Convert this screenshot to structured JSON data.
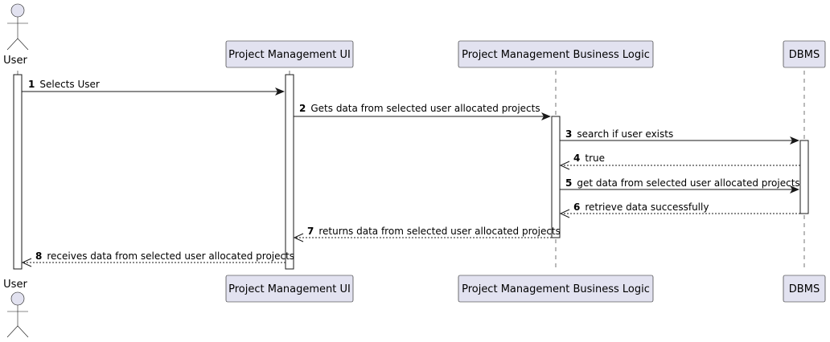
{
  "participants": [
    {
      "id": "user",
      "label": "User",
      "kind": "actor"
    },
    {
      "id": "ui",
      "label": "Project Management UI",
      "kind": "participant"
    },
    {
      "id": "logic",
      "label": "Project Management Business Logic",
      "kind": "participant"
    },
    {
      "id": "dbms",
      "label": "DBMS",
      "kind": "participant"
    }
  ],
  "messages": [
    {
      "n": "1",
      "text": "Selects User",
      "from": "user",
      "to": "ui",
      "style": "solid"
    },
    {
      "n": "2",
      "text": "Gets data from selected user allocated projects",
      "from": "ui",
      "to": "logic",
      "style": "solid"
    },
    {
      "n": "3",
      "text": "search if user exists",
      "from": "logic",
      "to": "dbms",
      "style": "solid"
    },
    {
      "n": "4",
      "text": "true",
      "from": "dbms",
      "to": "logic",
      "style": "dashed"
    },
    {
      "n": "5",
      "text": "get data from selected user allocated projects",
      "from": "logic",
      "to": "dbms",
      "style": "solid"
    },
    {
      "n": "6",
      "text": "retrieve data successfully",
      "from": "dbms",
      "to": "logic",
      "style": "dashed"
    },
    {
      "n": "7",
      "text": "returns data from selected user allocated projects",
      "from": "logic",
      "to": "ui",
      "style": "dashed"
    },
    {
      "n": "8",
      "text": "receives data from selected user allocated projects",
      "from": "ui",
      "to": "user",
      "style": "dashed"
    }
  ]
}
